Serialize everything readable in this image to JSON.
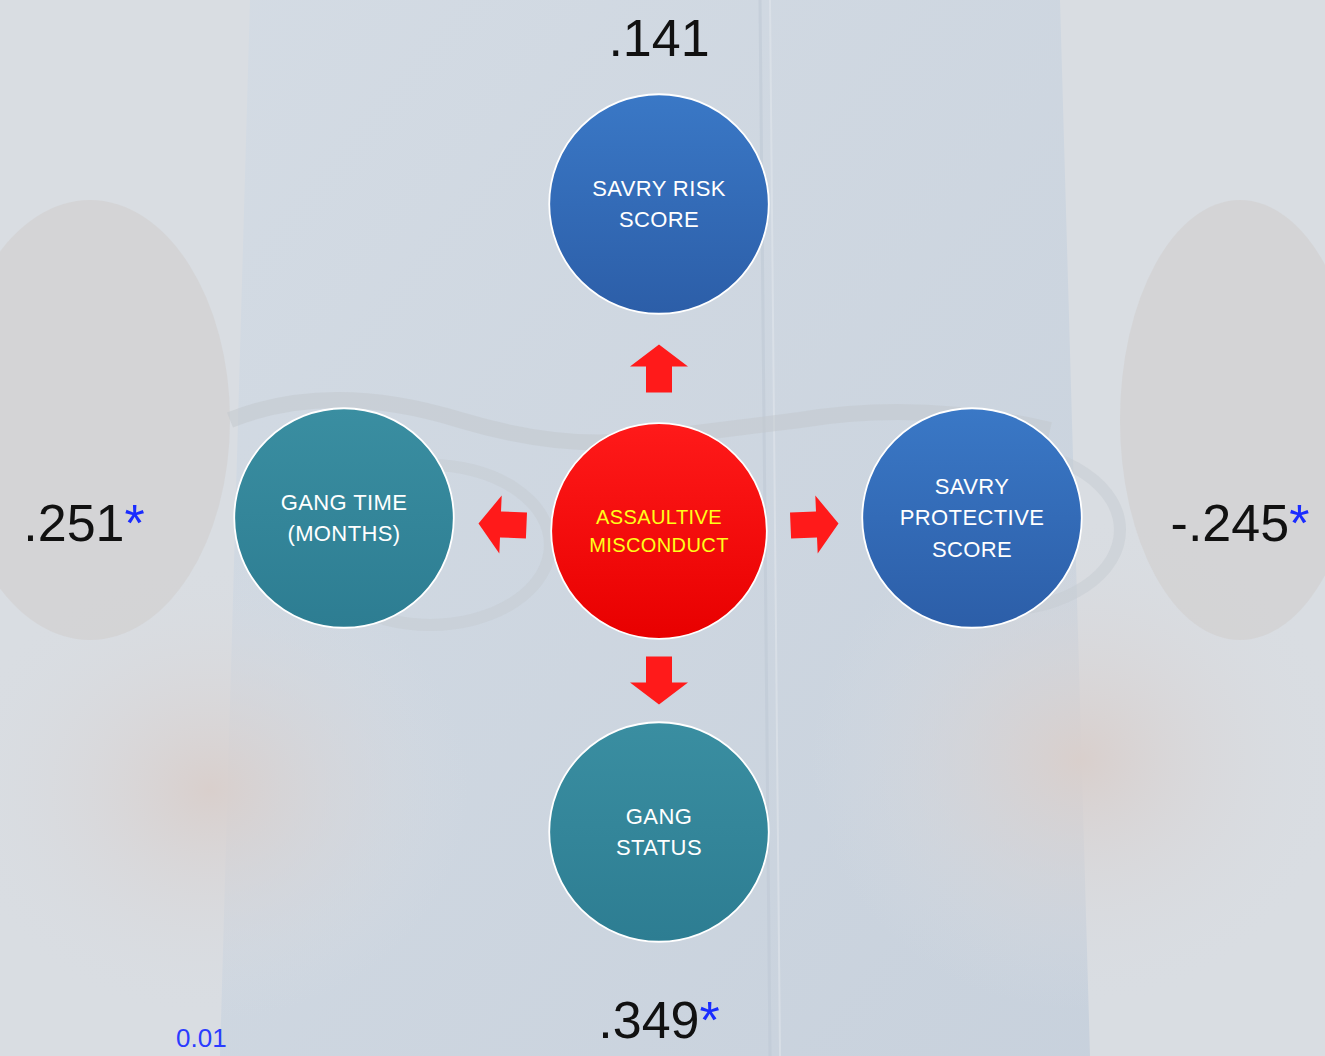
{
  "diagram": {
    "nodes": [
      {
        "text": [
          "SAVRY RISK SCORE"
        ]
      },
      {
        "text": [
          "GANG TIME (MONTHS)"
        ]
      },
      {
        "text": [
          "ASSAULTIVE MISCONDUCT"
        ]
      },
      {
        "text": [
          "SAVRY PROTECTIVE SCORE"
        ]
      },
      {
        "text": [
          "GANG STATUS"
        ]
      }
    ],
    "edges": [
      {
        "from": 2,
        "to": 0,
        "arrow": "to"
      },
      {
        "from": 2,
        "to": 1,
        "arrow": "to"
      },
      {
        "from": 2,
        "to": 3,
        "arrow": "to"
      },
      {
        "from": 2,
        "to": 4,
        "arrow": "to"
      }
    ],
    "labels": [
      ".141",
      ".251",
      "*",
      "-.245",
      "*",
      ".349",
      "*",
      "0.01"
    ]
  }
}
